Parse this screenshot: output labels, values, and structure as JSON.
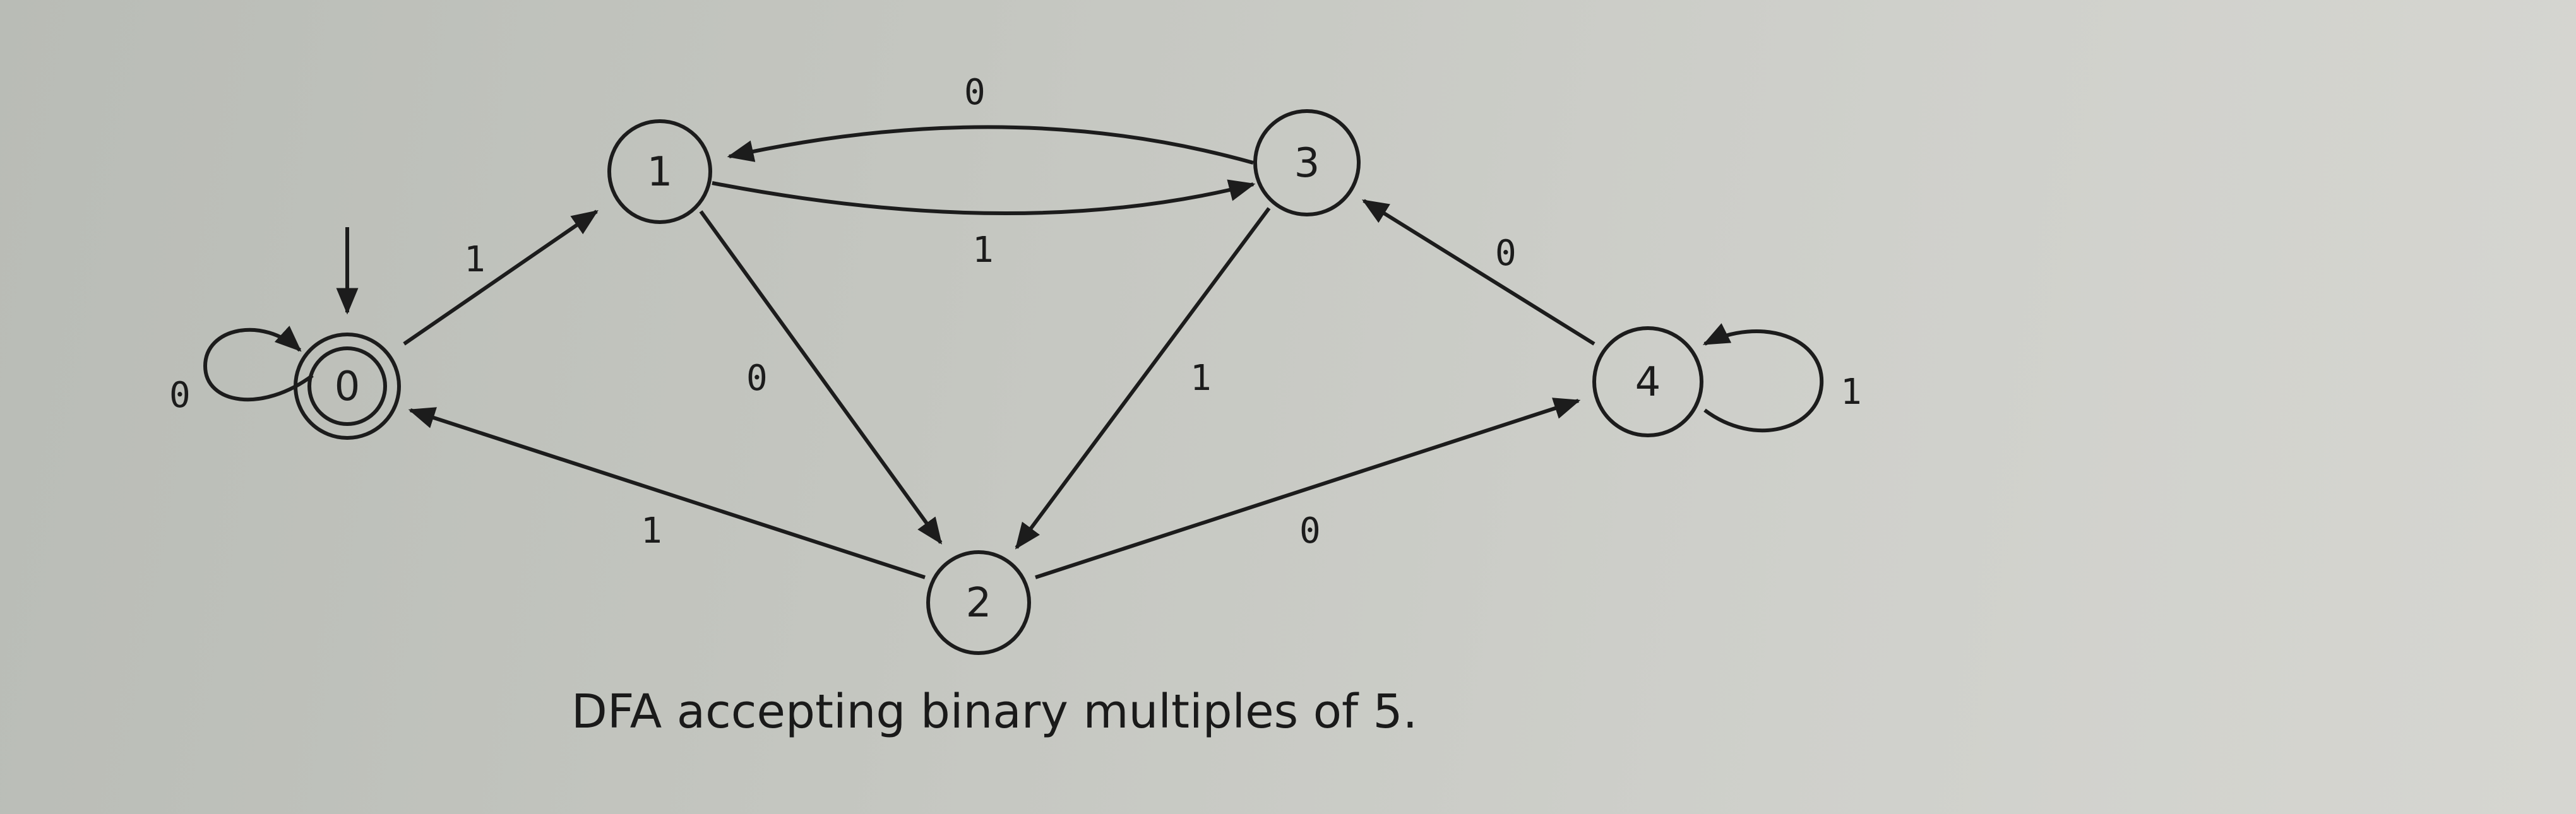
{
  "diagram": {
    "type": "dfa",
    "states": [
      {
        "id": "s0",
        "label": "0",
        "start": true,
        "accepting": true
      },
      {
        "id": "s1",
        "label": "1",
        "start": false,
        "accepting": false
      },
      {
        "id": "s2",
        "label": "2",
        "start": false,
        "accepting": false
      },
      {
        "id": "s3",
        "label": "3",
        "start": false,
        "accepting": false
      },
      {
        "id": "s4",
        "label": "4",
        "start": false,
        "accepting": false
      }
    ],
    "transitions": [
      {
        "id": "t00",
        "from": "0",
        "to": "0",
        "symbol": "0"
      },
      {
        "id": "t01",
        "from": "0",
        "to": "1",
        "symbol": "1"
      },
      {
        "id": "t12",
        "from": "1",
        "to": "2",
        "symbol": "0"
      },
      {
        "id": "t13",
        "from": "1",
        "to": "3",
        "symbol": "1"
      },
      {
        "id": "t31",
        "from": "3",
        "to": "1",
        "symbol": "0"
      },
      {
        "id": "t32",
        "from": "3",
        "to": "2",
        "symbol": "1"
      },
      {
        "id": "t20",
        "from": "2",
        "to": "0",
        "symbol": "1"
      },
      {
        "id": "t24",
        "from": "2",
        "to": "4",
        "symbol": "0"
      },
      {
        "id": "t43",
        "from": "4",
        "to": "3",
        "symbol": "0"
      },
      {
        "id": "t44",
        "from": "4",
        "to": "4",
        "symbol": "1"
      }
    ]
  },
  "caption": "DFA accepting binary multiples of 5."
}
